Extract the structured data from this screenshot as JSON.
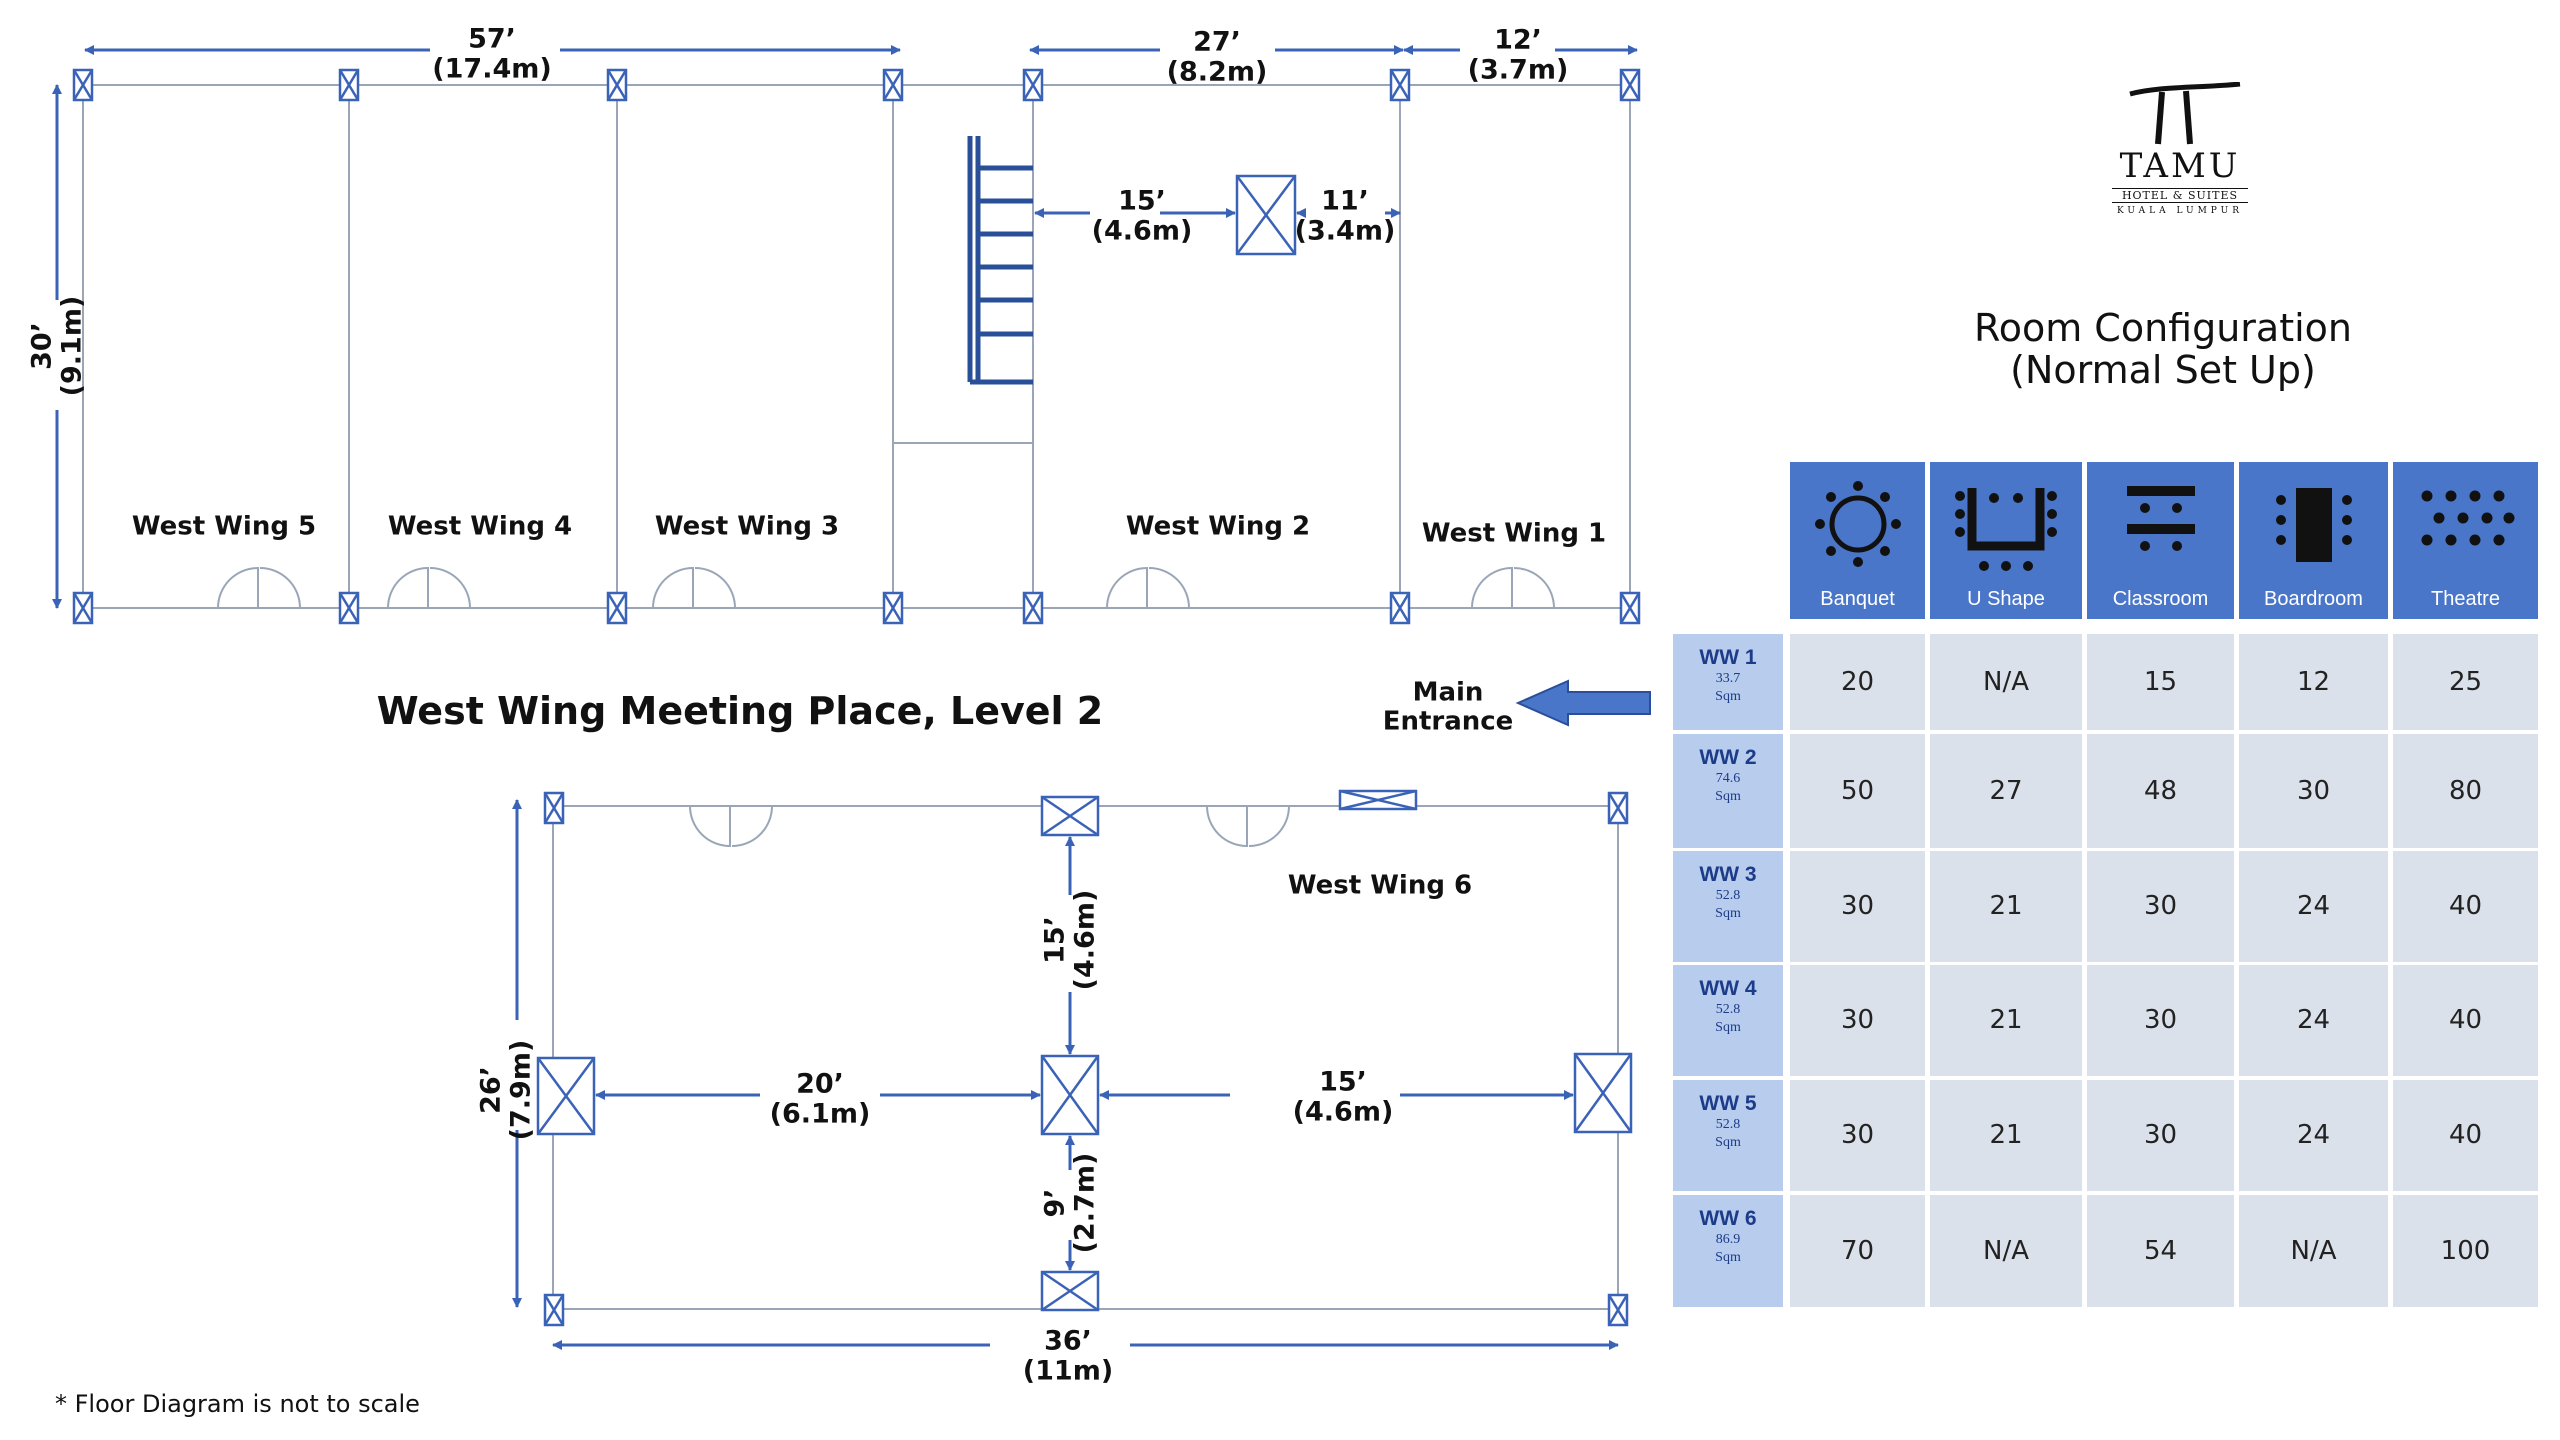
{
  "plan": {
    "title": "West Wing Meeting Place, Level 2",
    "footnote": "* Floor Diagram is not to scale",
    "main_entrance": "Main\nEntrance",
    "rooms": {
      "ww1": "West Wing 1",
      "ww2": "West Wing 2",
      "ww3": "West Wing 3",
      "ww4": "West Wing 4",
      "ww5": "West Wing 5",
      "ww6": "West Wing 6"
    },
    "dimensions": {
      "top_57": "57’\n(17.4m)",
      "top_27": "27’\n(8.2m)",
      "top_12": "12’\n(3.7m)",
      "left_30": "30’\n(9.1m)",
      "inner_15": "15’\n(4.6m)",
      "inner_11": "11’\n(3.4m)",
      "ww6_left_26": "26’\n(7.9m)",
      "ww6_20": "20’\n(6.1m)",
      "ww6_15h": "15’\n(4.6m)",
      "ww6_15v": "15’\n(4.6m)",
      "ww6_9": "9’\n(2.7m)",
      "ww6_36": "36’\n(11m)"
    }
  },
  "logo": {
    "brand": "TAMU",
    "line2": "HOTEL & SUITES",
    "line3": "KUALA LUMPUR"
  },
  "config": {
    "title_line1": "Room Configuration",
    "title_line2": "(Normal Set Up)",
    "accent_color": "#4a76c9",
    "columns": [
      {
        "label": "Banquet",
        "icon": "banquet-round-table-icon"
      },
      {
        "label": "U Shape",
        "icon": "u-shape-icon"
      },
      {
        "label": "Classroom",
        "icon": "classroom-icon"
      },
      {
        "label": "Boardroom",
        "icon": "boardroom-icon"
      },
      {
        "label": "Theatre",
        "icon": "theatre-icon"
      }
    ],
    "rows": [
      {
        "code": "WW 1",
        "area1": "33.7",
        "area2": "Sqm",
        "values": [
          "20",
          "N/A",
          "15",
          "12",
          "25"
        ]
      },
      {
        "code": "WW 2",
        "area1": "74.6",
        "area2": "Sqm",
        "values": [
          "50",
          "27",
          "48",
          "30",
          "80"
        ]
      },
      {
        "code": "WW 3",
        "area1": "52.8",
        "area2": "Sqm",
        "values": [
          "30",
          "21",
          "30",
          "24",
          "40"
        ]
      },
      {
        "code": "WW 4",
        "area1": "52.8",
        "area2": "Sqm",
        "values": [
          "30",
          "21",
          "30",
          "24",
          "40"
        ]
      },
      {
        "code": "WW 5",
        "area1": "52.8",
        "area2": "Sqm",
        "values": [
          "30",
          "21",
          "30",
          "24",
          "40"
        ]
      },
      {
        "code": "WW 6",
        "area1": "86.9",
        "area2": "Sqm",
        "values": [
          "70",
          "N/A",
          "54",
          "N/A",
          "100"
        ]
      }
    ]
  }
}
